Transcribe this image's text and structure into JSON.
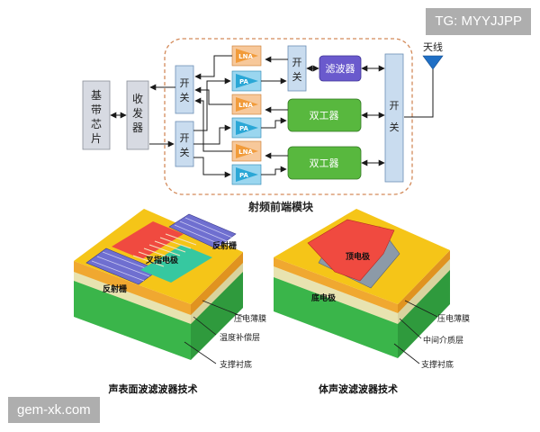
{
  "watermarks": {
    "top_right": "TG: MYYJJPP",
    "bottom_left": "gem-xk.com"
  },
  "colors": {
    "gray_box": "#d7dae2",
    "switch_box": "#c9dcef",
    "lna_orange": "#f19b3a",
    "pa_blue": "#2aa7d6",
    "filter_purple": "#6a5acd",
    "duplexer_green": "#58b83e",
    "antenna_blue": "#1f6fc5",
    "module_border": "#d38a5a",
    "saw_top_yellow": "#f5c518",
    "saw_purple": "#6f6fd0",
    "saw_green_electrode": "#36c8a0",
    "baw_red_electrode": "#f04a40",
    "substrate_green": "#3ab54a"
  },
  "block_diagram": {
    "module_label": "射频前端模块",
    "baseband": [
      "基",
      "带",
      "芯",
      "片"
    ],
    "transceiver": [
      "收",
      "发",
      "器"
    ],
    "switch_chars": [
      "开",
      "关"
    ],
    "lna_label": "LNA",
    "pa_label": "PA",
    "filter_label": "滤波器",
    "duplexer_label": "双工器",
    "antenna_label": "天线"
  },
  "saw": {
    "title": "声表面波滤波器技术",
    "reflector_label": "反射栅",
    "idt_label": "叉指电极",
    "layers": [
      "压电薄膜",
      "温度补偿层",
      "支撑衬底"
    ]
  },
  "baw": {
    "title": "体声波滤波器技术",
    "top_electrode": "顶电极",
    "bottom_electrode": "底电极",
    "layers": [
      "压电薄膜",
      "中间介质层",
      "支撑衬底"
    ]
  }
}
